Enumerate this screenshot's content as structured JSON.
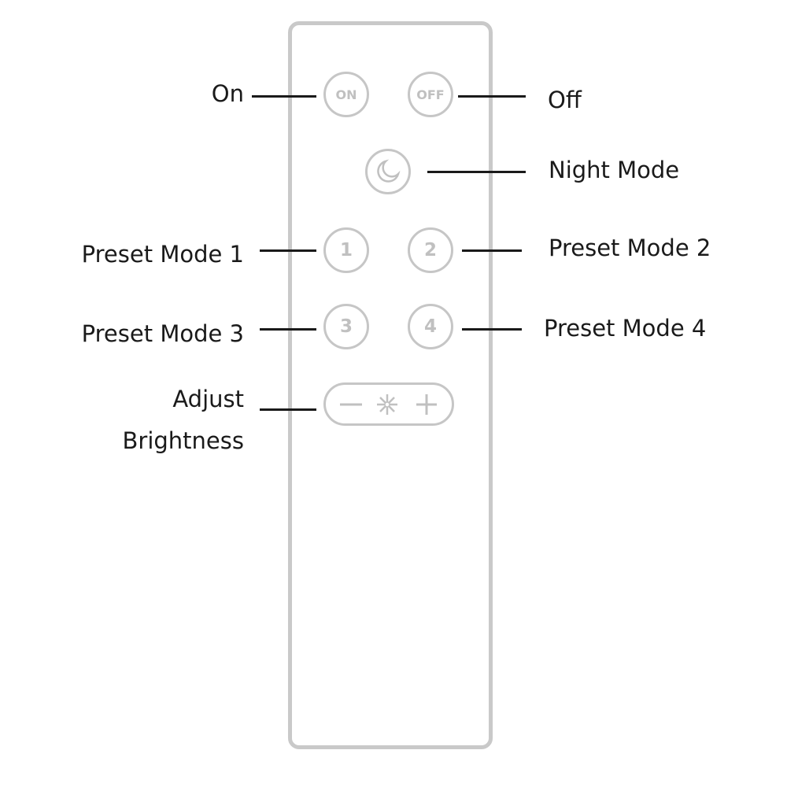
{
  "remote": {
    "buttons": {
      "on": "ON",
      "off": "OFF",
      "preset1": "1",
      "preset2": "2",
      "preset3": "3",
      "preset4": "4"
    }
  },
  "labels": {
    "on": "On",
    "off": "Off",
    "night_mode": "Night Mode",
    "preset1": "Preset Mode 1",
    "preset2": "Preset Mode 2",
    "preset3": "Preset Mode 3",
    "preset4": "Preset Mode 4",
    "adjust_line1": "Adjust",
    "adjust_line2": "Brightness"
  },
  "colors": {
    "outline": "#c6c6c6",
    "text": "#1a1a1a"
  }
}
